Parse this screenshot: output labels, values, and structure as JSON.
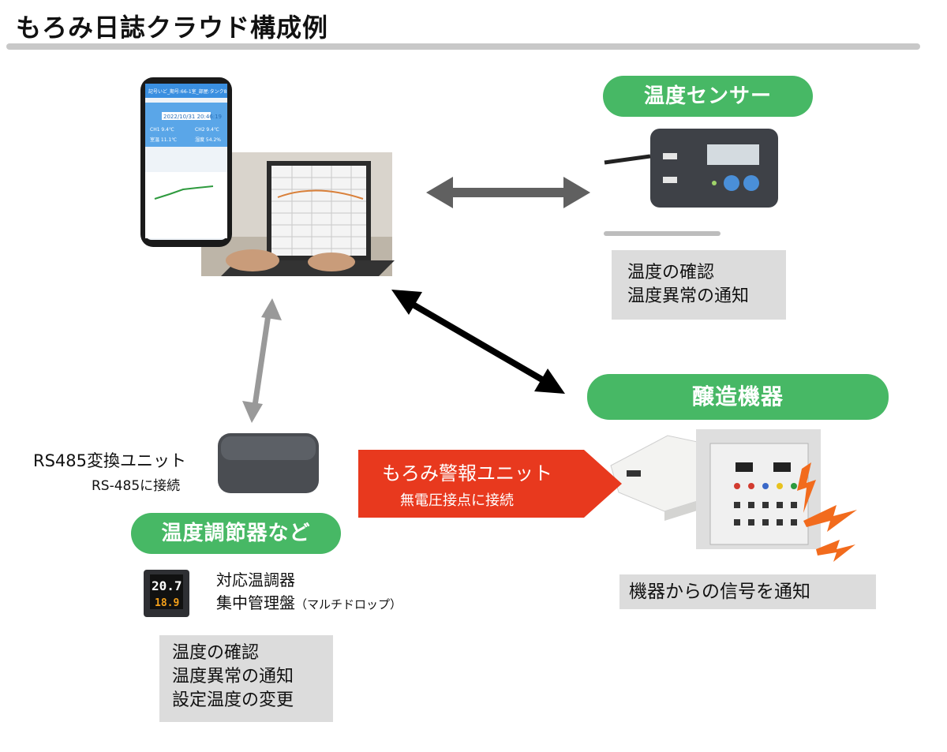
{
  "title": "もろみ日誌クラウド構成例",
  "sensor": {
    "pill": "温度センサー",
    "functions": [
      "温度の確認",
      "温度異常の通知"
    ]
  },
  "brewing": {
    "pill": "醸造機器",
    "note": "機器からの信号を通知"
  },
  "rs485": {
    "name": "RS485変換ユニット",
    "sub": "RS-485に接続"
  },
  "alarm": {
    "name": "もろみ警報ユニット",
    "sub": "無電圧接点に接続"
  },
  "controller": {
    "pill": "温度調節器など",
    "line1": "対応温調器",
    "line2": "集中管理盤",
    "line2_note": "（マルチドロップ）",
    "functions": [
      "温度の確認",
      "温度異常の通知",
      "設定温度の変更"
    ],
    "display_top": "20.7",
    "display_bottom": "18.9"
  },
  "phone": {
    "header": "記号いど_期号:66-1室_部屋:タンク8",
    "datetime": "2022/10/31 20:46:19",
    "readings": [
      "CH1 9.4℃",
      "CH2 9.4℃",
      "室温 11.1℃",
      "湿度 54.2%"
    ]
  },
  "colors": {
    "accent_green": "#47b865",
    "alarm_red": "#e8391e",
    "panel_gray": "#dcdcdc"
  }
}
